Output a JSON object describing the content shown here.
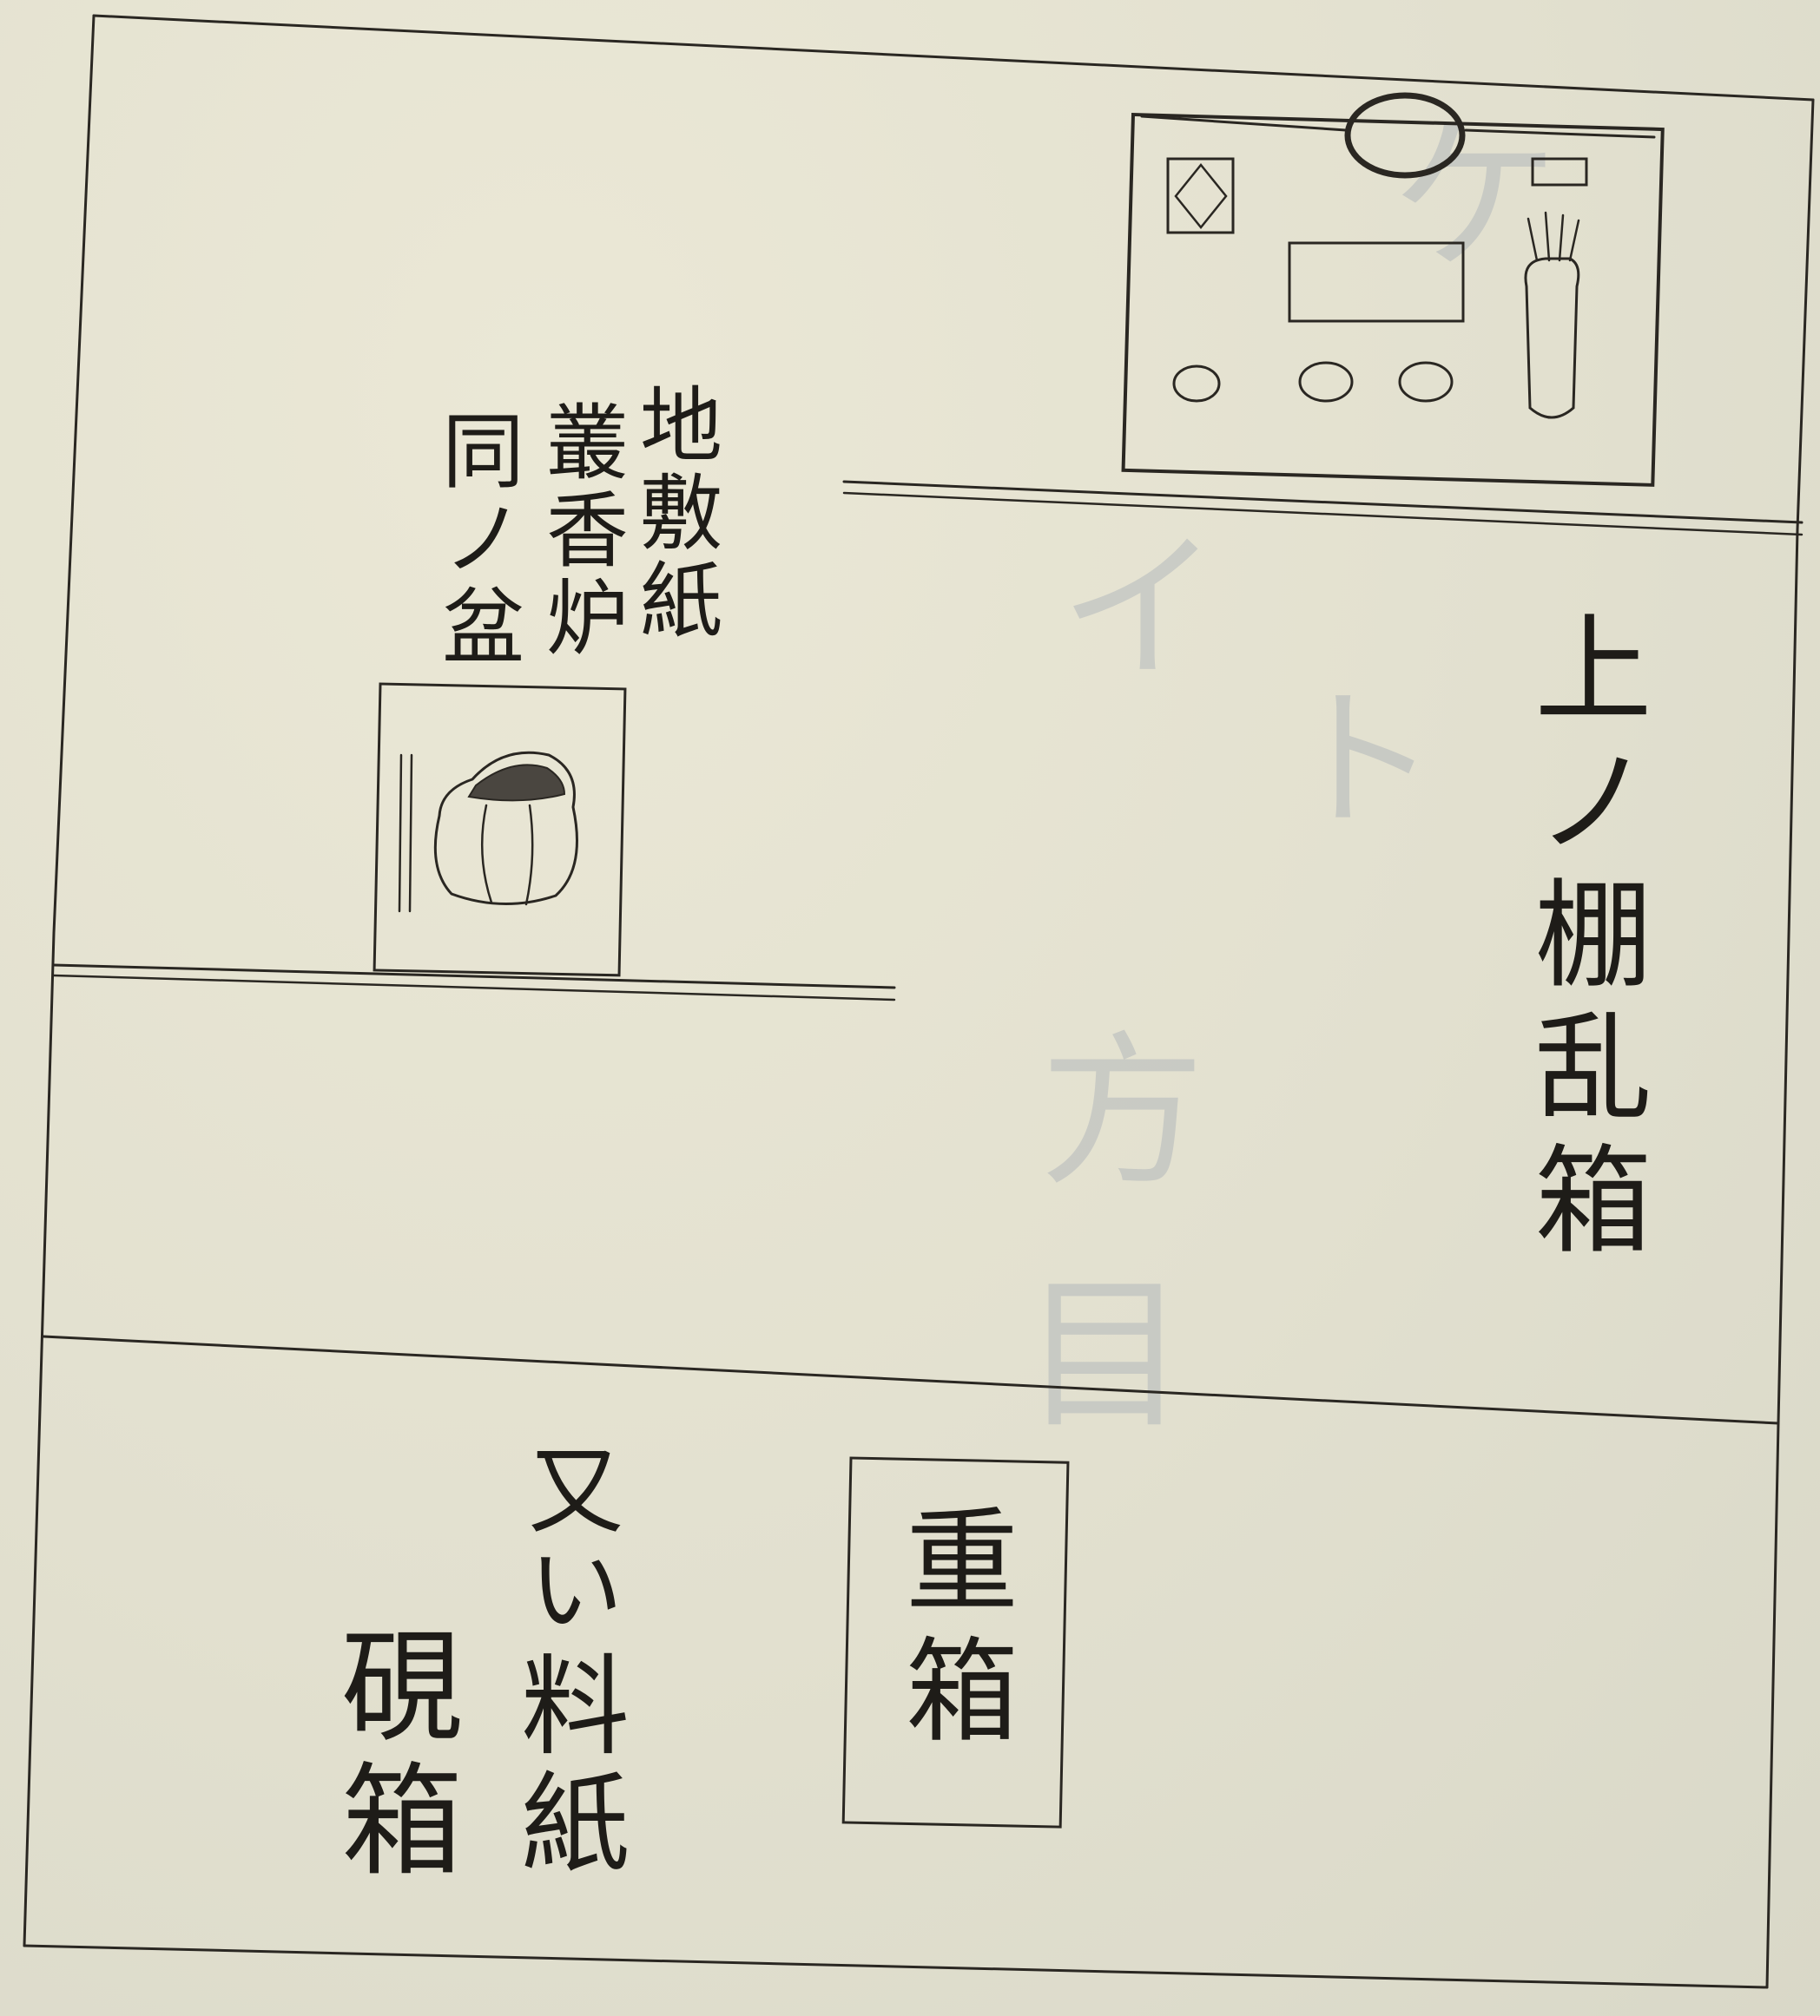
{
  "labels": {
    "upper_shelf": "上ノ棚乱箱",
    "incense_items": [
      "地敷紙",
      "叢香炉",
      "同ノ盆"
    ],
    "stacked_box": "重箱",
    "paper_note": [
      "又い",
      "料紙"
    ],
    "ink_box": "硯箱"
  },
  "bleed_through": [
    "ケ",
    "イ",
    "ト",
    "方",
    "目"
  ],
  "colors": {
    "paper": "#e4e2d3",
    "ink": "#1e1c18",
    "bleed_through": "#9fa7b3"
  }
}
